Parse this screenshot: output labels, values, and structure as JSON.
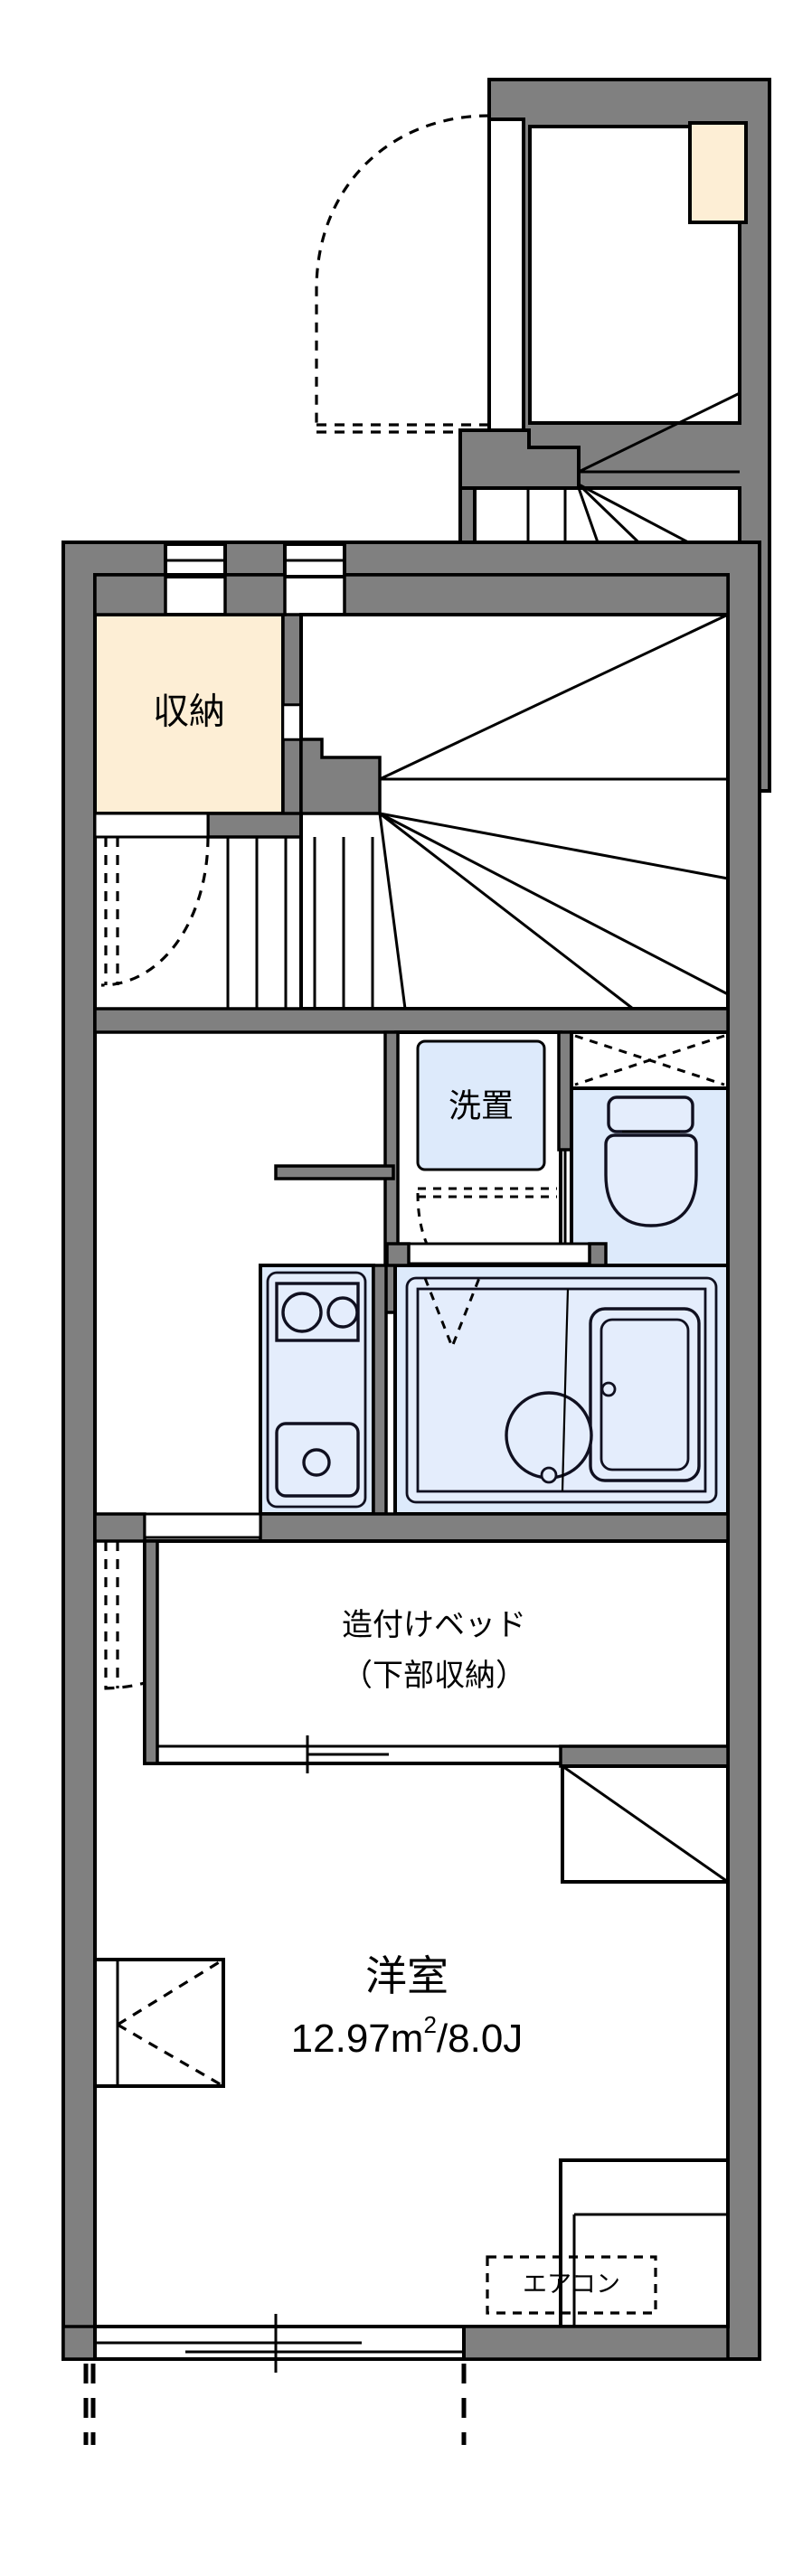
{
  "document": {
    "kind": "floor-plan",
    "language": "ja",
    "background_color": "#ffffff",
    "wall_color": "#808080",
    "storage_fill_color": "#fdeed5",
    "water_fill_color": "#ddeafb",
    "fixture_fill_color": "#e4edfc",
    "line_color": "#000000"
  },
  "entry_section": {
    "name": "entrance-upper-plan",
    "shoe_box_label": "",
    "description": "entrance with door swing and winder staircase"
  },
  "rooms": {
    "storage": {
      "label": "収納",
      "name": "storage-closet"
    },
    "washing": {
      "label": "洗置",
      "name": "washing-machine-space"
    },
    "builtin_bed": {
      "line1": "造付けベッド",
      "line2": "（下部収納）",
      "name": "built-in-bed"
    },
    "main_room": {
      "label": "洋室",
      "area_value": "12.97",
      "area_unit": "m",
      "area_superscript": "2",
      "area_separator": "/",
      "area_jo": "8.0J",
      "area_text": "12.97m²/8.0J",
      "name": "western-style-room"
    },
    "air_conditioner": {
      "label": "エアコン",
      "name": "air-conditioner"
    }
  },
  "fixtures": [
    {
      "name": "toilet",
      "label": ""
    },
    {
      "name": "bathtub",
      "label": ""
    },
    {
      "name": "wash-basin",
      "label": ""
    },
    {
      "name": "kitchen-sink",
      "label": ""
    },
    {
      "name": "gas-stove",
      "label": ""
    },
    {
      "name": "staircase",
      "label": ""
    },
    {
      "name": "entrance-door",
      "label": ""
    },
    {
      "name": "balcony",
      "label": ""
    }
  ]
}
